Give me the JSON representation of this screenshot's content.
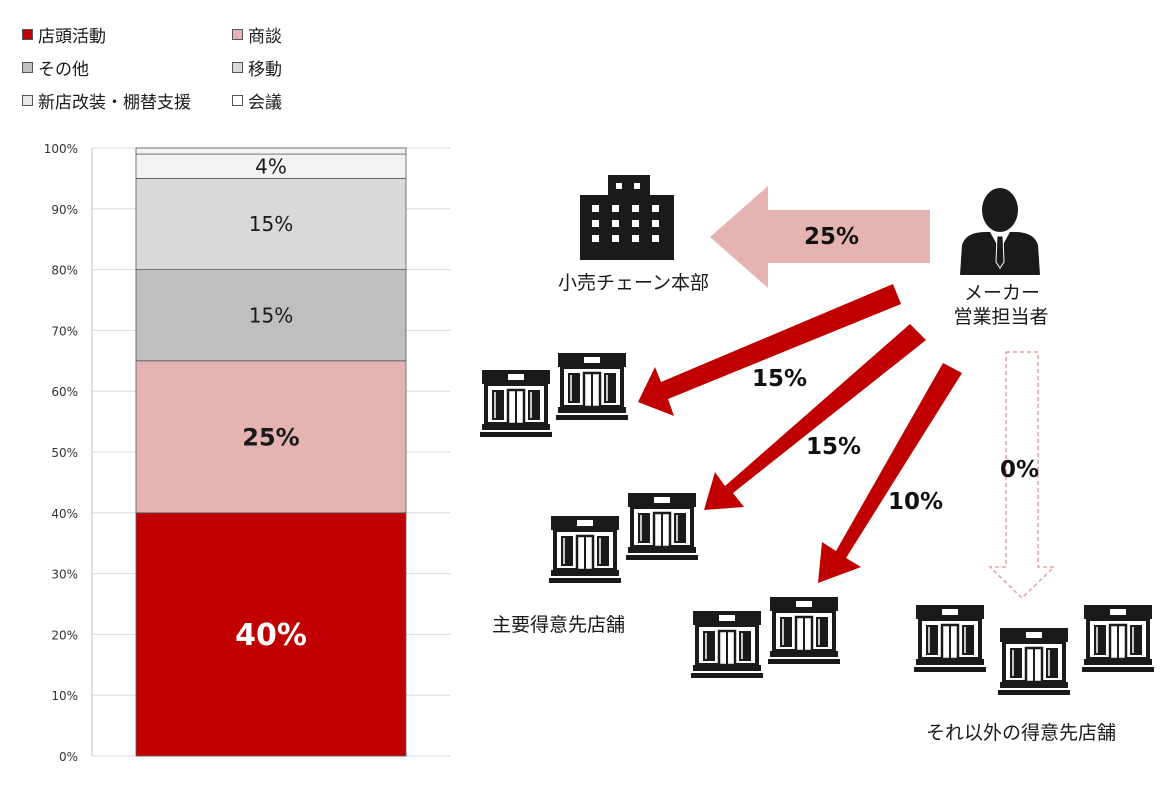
{
  "chart_data": {
    "type": "bar",
    "stacked": true,
    "categories": [
      ""
    ],
    "series": [
      {
        "name": "店頭活動",
        "values": [
          40
        ],
        "color": "#c00000",
        "label": "40%"
      },
      {
        "name": "商談",
        "values": [
          25
        ],
        "color": "#e6b3b3",
        "label": "25%"
      },
      {
        "name": "移動",
        "values": [
          15
        ],
        "color": "#bfbfbf",
        "label": "15%"
      },
      {
        "name": "その他",
        "values": [
          15
        ],
        "color": "#d9d9d9",
        "label": "15%"
      },
      {
        "name": "会議",
        "values": [
          4
        ],
        "color": "#f2f2f2",
        "label": "4%"
      },
      {
        "name": "新店改装・棚替支援",
        "values": [
          1
        ],
        "color": "#f2f2f2",
        "label": ""
      }
    ],
    "yticks": [
      "0%",
      "10%",
      "20%",
      "30%",
      "40%",
      "50%",
      "60%",
      "70%",
      "80%",
      "90%",
      "100%"
    ],
    "ylim": [
      0,
      100
    ],
    "grid": true,
    "legend_position": "top-left"
  },
  "legend": [
    {
      "label": "店頭活動",
      "color": "#c00000"
    },
    {
      "label": "商談",
      "color": "#e6b3b3"
    },
    {
      "label": "その他",
      "color": "#bfbfbf"
    },
    {
      "label": "移動",
      "color": "#d9d9d9"
    },
    {
      "label": "新店改装・棚替支援",
      "color": "#e9e9e9"
    },
    {
      "label": "会議",
      "color": "#ffffff"
    }
  ],
  "diagram": {
    "hq_label": "小売チェーン本部",
    "rep_label_line1": "メーカー",
    "rep_label_line2": "営業担当者",
    "main_stores_label": "主要得意先店舗",
    "other_stores_label": "それ以外の得意先店舗",
    "arrow_hq_pct": "25%",
    "arrow_store1_pct": "15%",
    "arrow_store2_pct": "15%",
    "arrow_store3_pct": "10%",
    "arrow_other_pct": "0%",
    "colors": {
      "strong": "#c00000",
      "light": "#e6b3b3",
      "dashed": "#e6a0a0",
      "icon": "#1a1a1a"
    }
  }
}
